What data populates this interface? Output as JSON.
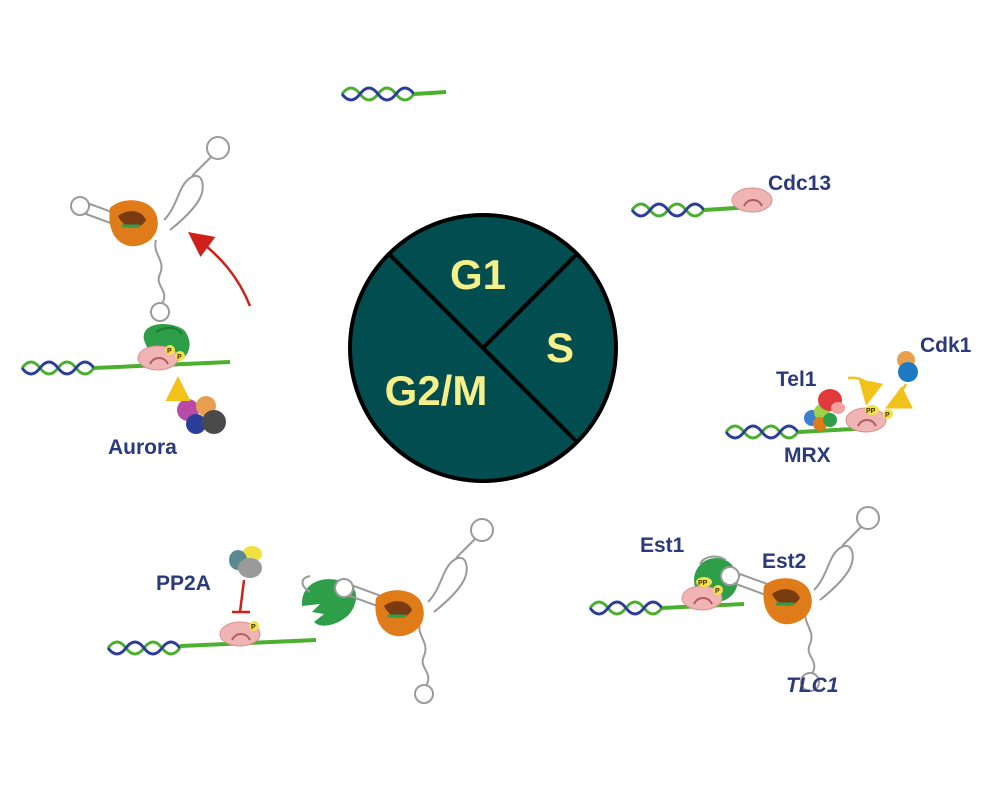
{
  "phases": {
    "g1": "G1",
    "s": "S",
    "g2m": "G2/M"
  },
  "labels": {
    "cdc13": "Cdc13",
    "cdk1": "Cdk1",
    "tel1": "Tel1",
    "mrx": "MRX",
    "est1": "Est1",
    "est2": "Est2",
    "tlc1": "TLC1",
    "pp2a": "PP2A",
    "aurora": "Aurora"
  },
  "phospho_marks": {
    "p": "P",
    "pp": "PP"
  },
  "colors": {
    "cycle_fill": "#024d4f",
    "phase_text": "#f5f08a",
    "label_text": "#2b3a7a",
    "dna_green": "#4caf30",
    "dna_blue": "#2c3e9a",
    "cdc13_pink": "#f0b4b4",
    "est2_orange": "#e07b1a",
    "est1_green": "#2e9e48",
    "arrow_red": "#d0201a",
    "arrow_yellow": "#f2c21a"
  }
}
